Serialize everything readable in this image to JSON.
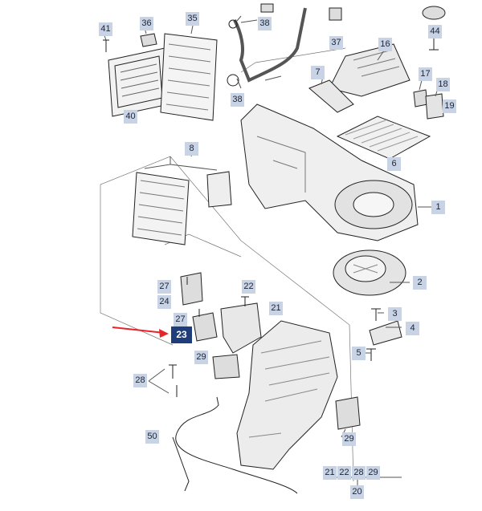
{
  "diagram": {
    "callouts": {
      "c1": "1",
      "c2": "2",
      "c3": "3",
      "c4": "4",
      "c5": "5",
      "c6": "6",
      "c7": "7",
      "c8": "8",
      "c16": "16",
      "c17": "17",
      "c18": "18",
      "c19": "19",
      "c20": "20",
      "c21": "21",
      "c22": "22",
      "c23": "23",
      "c24": "24",
      "c27a": "27",
      "c27b": "27",
      "c28": "28",
      "c29a": "29",
      "c29b": "29",
      "c35": "35",
      "c36": "36",
      "c37": "37",
      "c38a": "38",
      "c38b": "38",
      "c40": "40",
      "c41": "41",
      "c44": "44",
      "c50": "50"
    },
    "bottom_group": [
      "21",
      "22",
      "28",
      "29"
    ],
    "highlight_color": "#1f3d7a",
    "callout_color": "#c9d3e6",
    "arrow_color": "#e8232a"
  }
}
